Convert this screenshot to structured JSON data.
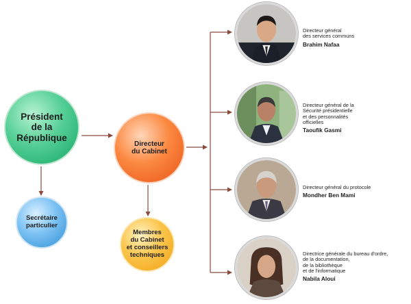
{
  "nodes": {
    "president": "Président\nde la République",
    "secretaire": "Secrétaire\nparticulier",
    "directeur": "Directeur\ndu Cabinet",
    "membres": "Membres\ndu Cabinet\net conseillers\ntechniques"
  },
  "officials": [
    {
      "role": "Directeur général\ndes services communs",
      "name": "Brahim Nafaa"
    },
    {
      "role": "Directeur général de la\nSécurité présidentielle\net des personnalités\nofficielles",
      "name": "Taoufik Gasmi"
    },
    {
      "role": "Directeur général du protocole",
      "name": "Mondher Ben Mami"
    },
    {
      "role": "Directrice générale du bureau d'ordre,\nde la documentation,\nde la bibliothèque\net de l'informatique",
      "name": "Nabila Aloui"
    }
  ],
  "colors": {
    "connector": "#8a4a3c",
    "president": "#2bb673",
    "secretaire": "#4aa3e6",
    "directeur": "#f26a2a",
    "membres": "#f7b52a"
  }
}
